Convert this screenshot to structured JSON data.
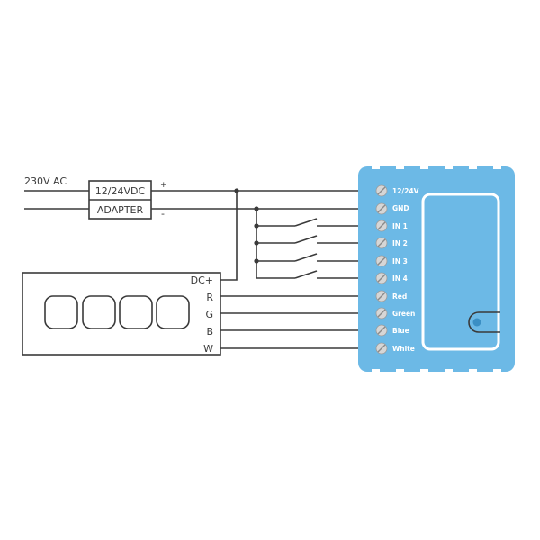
{
  "supply": {
    "label": "230V AC"
  },
  "adapter": {
    "line1": "12/24VDC",
    "line2": "ADAPTER",
    "plus": "+",
    "minus": "-"
  },
  "led_strip": {
    "terminals": [
      "DC+",
      "R",
      "G",
      "B",
      "W"
    ]
  },
  "controller": {
    "color": "#6cb9e6",
    "terminals": [
      "12/24V",
      "GND",
      "IN 1",
      "IN 2",
      "IN 3",
      "IN 4",
      "Red",
      "Green",
      "Blue",
      "White"
    ]
  },
  "colors": {
    "wire": "#3a3a3a",
    "controller": "#6cb9e6",
    "terminal_screw": "#d6d6d6"
  }
}
